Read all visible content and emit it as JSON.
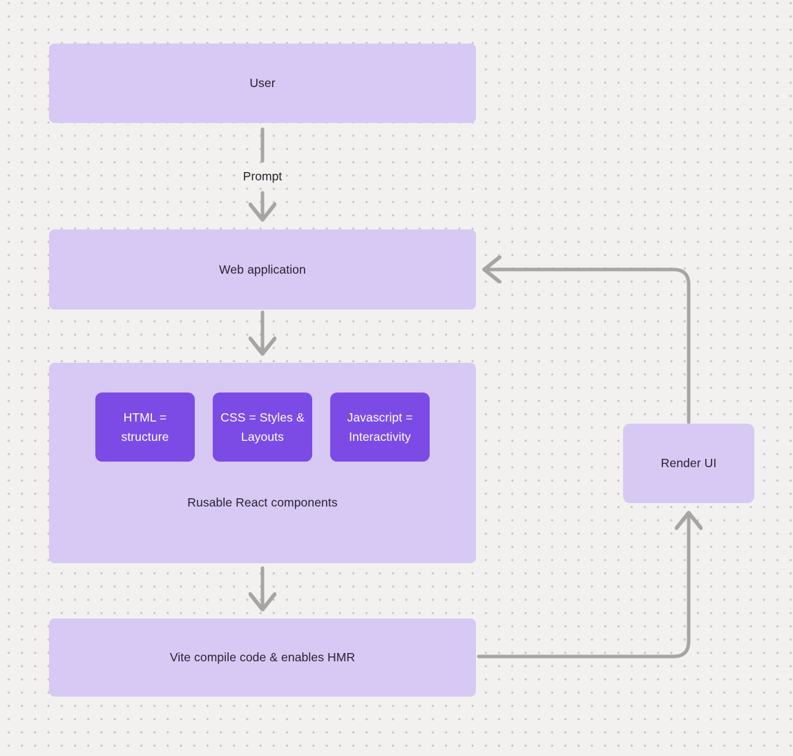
{
  "diagram": {
    "nodes": {
      "user": {
        "label": "User"
      },
      "web_application": {
        "label": "Web application"
      },
      "components": {
        "caption": "Rusable React components",
        "children": [
          {
            "label": "HTML = structure"
          },
          {
            "label": "CSS = Styles & Layouts"
          },
          {
            "label": "Javascript = Interactivity"
          }
        ]
      },
      "vite": {
        "label": "Vite compile code & enables HMR"
      },
      "render_ui": {
        "label": "Render UI"
      }
    },
    "edges": {
      "prompt_label": "Prompt"
    },
    "colors": {
      "background": "#f2f1ef",
      "dot_grid": "#c6c4c2",
      "node_fill": "#d7c9f4",
      "node_text": "#28222f",
      "accent_fill": "#7c4be6",
      "accent_text": "#ffffff",
      "arrow": "#a6a4a4"
    }
  }
}
